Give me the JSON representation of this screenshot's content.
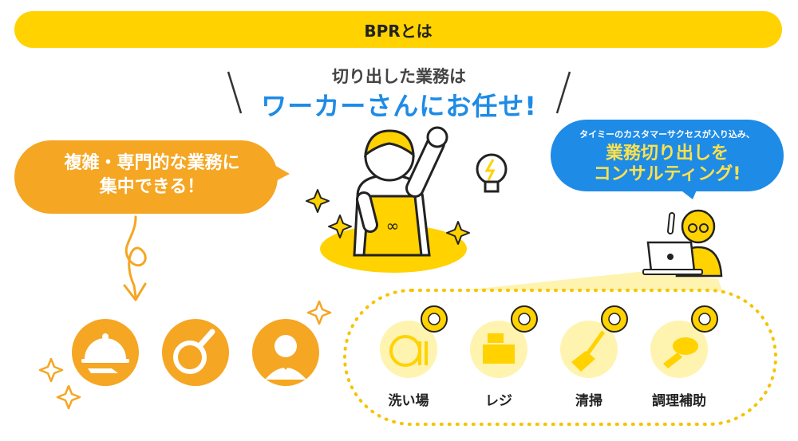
{
  "banner": {
    "title": "BPRとは"
  },
  "headline": {
    "sub": "切り出した業務は",
    "main": "ワーカーさんにお任せ!"
  },
  "left_bubble": {
    "line1": "複雑・専門的な業務に",
    "line2": "集中できる！"
  },
  "right_bubble": {
    "small": "タイミーのカスタマーサクセスが入り込み、",
    "line1": "業務切り出しを",
    "line2": "コンサルティング!"
  },
  "staff_icons": [
    {
      "icon": "cloche-icon"
    },
    {
      "icon": "frying-pan-icon"
    },
    {
      "icon": "waiter-icon"
    }
  ],
  "tasks": [
    {
      "label": "洗い場",
      "icon": "dishwashing-icon"
    },
    {
      "label": "レジ",
      "icon": "cash-register-icon"
    },
    {
      "label": "清掃",
      "icon": "broom-icon"
    },
    {
      "label": "調理補助",
      "icon": "food-prep-icon"
    }
  ],
  "colors": {
    "accent_yellow": "#FFD200",
    "orange": "#F5A623",
    "blue": "#1E8BE6",
    "light_yellow": "#FFF3B0"
  }
}
